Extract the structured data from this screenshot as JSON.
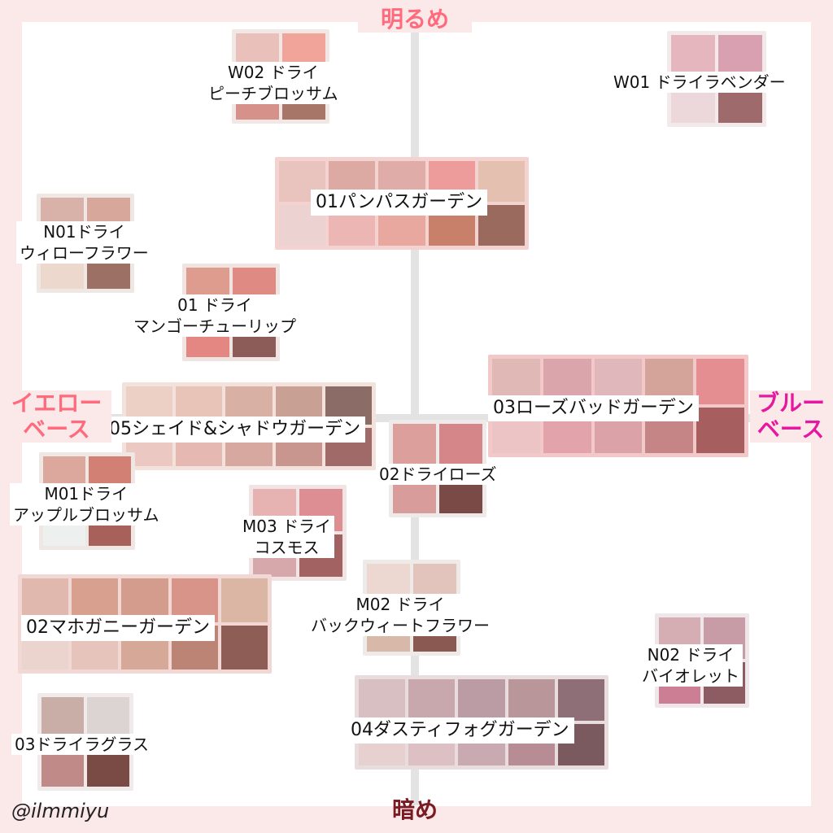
{
  "axes": {
    "top": "明るめ",
    "bottom": "暗め",
    "left": [
      "イエロー",
      "ベース"
    ],
    "right": [
      "ブルー",
      "ベース"
    ]
  },
  "credit": "@ilmmiyu",
  "products": {
    "w02": {
      "line1": "W02 ドライ",
      "line2": "ピーチブロッサム"
    },
    "w01": {
      "line1": "W01 ドライラベンダー"
    },
    "pampas": {
      "line1": "01パンパスガーデン"
    },
    "n01": {
      "line1": "N01ドライ",
      "line2": "ウィローフラワー"
    },
    "mango": {
      "line1": "01 ドライ",
      "line2": "マンゴーチューリップ"
    },
    "rosebud": {
      "line1": "03ローズバッドガーデン"
    },
    "shade": {
      "line1": "05シェイド&シャドウガーデン"
    },
    "rose02": {
      "line1": "02ドライローズ"
    },
    "m01": {
      "line1": "M01ドライ",
      "line2": "アップルブロッサム"
    },
    "m03": {
      "line1": "M03 ドライ",
      "line2": "コスモス"
    },
    "m02": {
      "line1": "M02 ドライ",
      "line2": "バックウィートフラワー"
    },
    "mahogany": {
      "line1": "02マホガニーガーデン"
    },
    "n02": {
      "line1": "N02 ドライ",
      "line2": "バイオレット"
    },
    "dusty": {
      "line1": "04ダスティフォグガーデン"
    },
    "grass": {
      "line1": "03ドライラグラス"
    }
  }
}
